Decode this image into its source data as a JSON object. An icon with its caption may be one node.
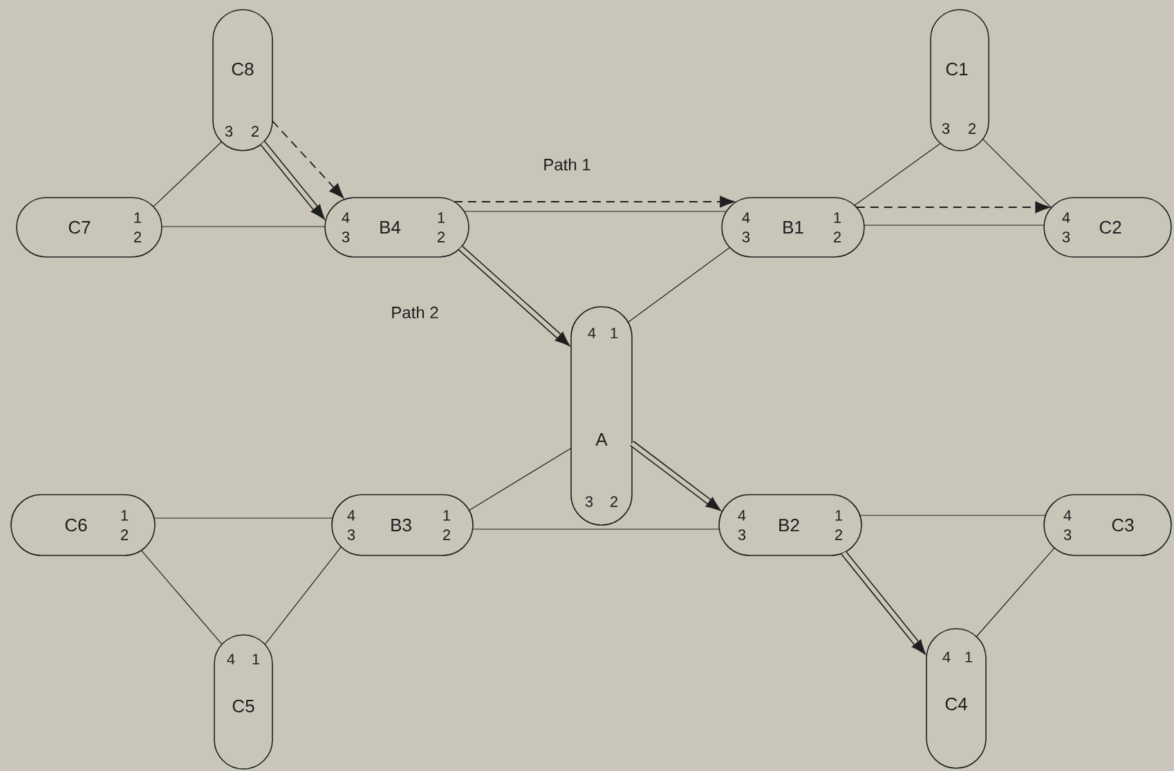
{
  "diagram": {
    "nodes": [
      {
        "text": [
          "C8",
          "3",
          "2"
        ]
      },
      {
        "text": [
          "C1",
          "3",
          "2"
        ]
      },
      {
        "text": [
          "C7",
          "1",
          "2"
        ]
      },
      {
        "text": [
          "B4",
          "4",
          "1",
          "3",
          "2"
        ]
      },
      {
        "text": [
          "B1",
          "4",
          "1",
          "3",
          "2"
        ]
      },
      {
        "text": [
          "C2",
          "4",
          "3"
        ]
      },
      {
        "text": [
          "4",
          "1",
          "A",
          "3",
          "2"
        ]
      },
      {
        "text": [
          "C6",
          "1",
          "2"
        ]
      },
      {
        "text": [
          "B3",
          "4",
          "1",
          "3",
          "2"
        ]
      },
      {
        "text": [
          "B2",
          "4",
          "1",
          "3",
          "2"
        ]
      },
      {
        "text": [
          "C3",
          "4",
          "3"
        ]
      },
      {
        "text": [
          "4",
          "1",
          "C5"
        ]
      },
      {
        "text": [
          "4",
          "1",
          "C4"
        ]
      }
    ],
    "edges": [
      {
        "from": 0,
        "to": 2,
        "arrow": "none"
      },
      {
        "from": 2,
        "to": 3,
        "arrow": "none"
      },
      {
        "from": 0,
        "to": 3,
        "arrow": "to",
        "style": "thick"
      },
      {
        "from": 0,
        "to": 3,
        "arrow": "to",
        "style": "dashed"
      },
      {
        "from": 3,
        "to": 4,
        "arrow": "none"
      },
      {
        "from": 3,
        "to": 4,
        "arrow": "to",
        "style": "dashed",
        "label": "Path 1"
      },
      {
        "from": 3,
        "to": 6,
        "arrow": "to",
        "style": "thick",
        "label": "Path 2"
      },
      {
        "from": 4,
        "to": 6,
        "arrow": "none"
      },
      {
        "from": 6,
        "to": 8,
        "arrow": "none"
      },
      {
        "from": 6,
        "to": 9,
        "arrow": "to",
        "style": "thick"
      },
      {
        "from": 8,
        "to": 9,
        "arrow": "none"
      },
      {
        "from": 7,
        "to": 8,
        "arrow": "none"
      },
      {
        "from": 7,
        "to": 11,
        "arrow": "none"
      },
      {
        "from": 8,
        "to": 11,
        "arrow": "none"
      },
      {
        "from": 9,
        "to": 10,
        "arrow": "none"
      },
      {
        "from": 9,
        "to": 12,
        "arrow": "to",
        "style": "thick"
      },
      {
        "from": 10,
        "to": 12,
        "arrow": "none"
      },
      {
        "from": 1,
        "to": 4,
        "arrow": "none"
      },
      {
        "from": 1,
        "to": 5,
        "arrow": "none"
      },
      {
        "from": 4,
        "to": 5,
        "arrow": "to",
        "style": "dashed"
      },
      {
        "from": 4,
        "to": 5,
        "arrow": "none"
      }
    ]
  }
}
